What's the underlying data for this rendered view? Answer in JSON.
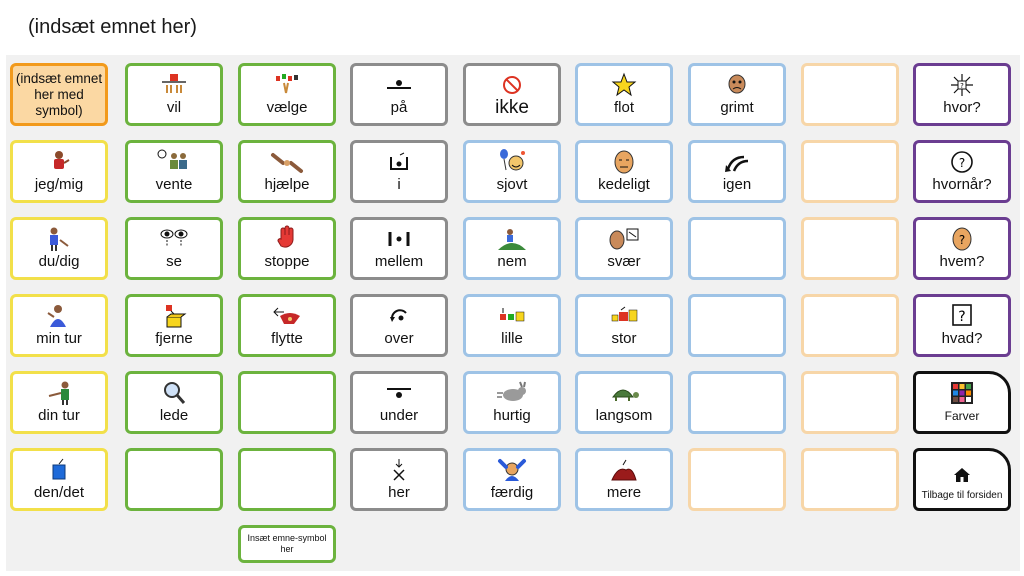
{
  "title": "(indsæt emnet her)",
  "cells": [
    {
      "label": "(indsæt emnet her med symbol)",
      "icon": "none"
    },
    {
      "label": "vil",
      "icon": "want-icon"
    },
    {
      "label": "vælge",
      "icon": "choose-icon"
    },
    {
      "label": "på",
      "icon": "on-icon"
    },
    {
      "label": "ikke",
      "icon": "not-icon"
    },
    {
      "label": "flot",
      "icon": "star-icon"
    },
    {
      "label": "grimt",
      "icon": "ugly-face-icon"
    },
    {
      "label": "",
      "icon": "none"
    },
    {
      "label": "hvor?",
      "icon": "where-icon"
    },
    {
      "label": "jeg/mig",
      "icon": "me-icon"
    },
    {
      "label": "vente",
      "icon": "wait-icon"
    },
    {
      "label": "hjælpe",
      "icon": "help-icon"
    },
    {
      "label": "i",
      "icon": "in-icon"
    },
    {
      "label": "sjovt",
      "icon": "fun-icon"
    },
    {
      "label": "kedeligt",
      "icon": "boring-icon"
    },
    {
      "label": "igen",
      "icon": "again-icon"
    },
    {
      "label": "",
      "icon": "none"
    },
    {
      "label": "hvornår?",
      "icon": "clock-question-icon"
    },
    {
      "label": "du/dig",
      "icon": "you-icon"
    },
    {
      "label": "se",
      "icon": "eyes-icon"
    },
    {
      "label": "stoppe",
      "icon": "stop-hand-icon"
    },
    {
      "label": "mellem",
      "icon": "between-icon"
    },
    {
      "label": "nem",
      "icon": "easy-icon"
    },
    {
      "label": "svær",
      "icon": "difficult-icon"
    },
    {
      "label": "",
      "icon": "none"
    },
    {
      "label": "",
      "icon": "none"
    },
    {
      "label": "hvem?",
      "icon": "who-icon"
    },
    {
      "label": "min tur",
      "icon": "my-turn-icon"
    },
    {
      "label": "fjerne",
      "icon": "remove-icon"
    },
    {
      "label": "flytte",
      "icon": "move-icon"
    },
    {
      "label": "over",
      "icon": "over-icon"
    },
    {
      "label": "lille",
      "icon": "small-icon"
    },
    {
      "label": "stor",
      "icon": "big-icon"
    },
    {
      "label": "",
      "icon": "none"
    },
    {
      "label": "",
      "icon": "none"
    },
    {
      "label": "hvad?",
      "icon": "what-icon"
    },
    {
      "label": "din tur",
      "icon": "your-turn-icon"
    },
    {
      "label": "lede",
      "icon": "search-icon"
    },
    {
      "label": "",
      "icon": "none"
    },
    {
      "label": "under",
      "icon": "under-icon"
    },
    {
      "label": "hurtig",
      "icon": "rabbit-icon"
    },
    {
      "label": "langsom",
      "icon": "turtle-icon"
    },
    {
      "label": "",
      "icon": "none"
    },
    {
      "label": "",
      "icon": "none"
    },
    {
      "label": "Farver",
      "icon": "color-palette-icon"
    },
    {
      "label": "den/det",
      "icon": "it-icon"
    },
    {
      "label": "",
      "icon": "none"
    },
    {
      "label": "",
      "icon": "none"
    },
    {
      "label": "her",
      "icon": "here-icon"
    },
    {
      "label": "færdig",
      "icon": "finished-icon"
    },
    {
      "label": "mere",
      "icon": "more-icon"
    },
    {
      "label": "",
      "icon": "none"
    },
    {
      "label": "",
      "icon": "none"
    },
    {
      "label": "Tilbage til forsiden",
      "icon": "home-icon"
    }
  ],
  "extra_cell": {
    "label": "Insæt emne-symbol her"
  },
  "colors": {
    "green": "#6cb33e",
    "yellow": "#f2e04a",
    "gray": "#8c8c8c",
    "blue": "#9ec3e6",
    "purple": "#6b3d91",
    "peach": "#f7d6a8",
    "orange": "#f29a1c"
  }
}
